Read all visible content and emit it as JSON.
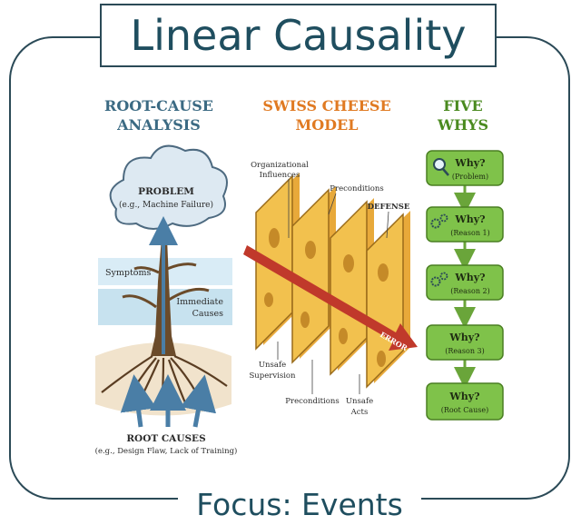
{
  "title": "Linear Causality",
  "footer": "Focus: Events",
  "colors": {
    "frame": "#2b4a57",
    "title_text": "#1f4e5f",
    "rca_title": "#3b6a83",
    "swiss_title": "#e07a22",
    "whys_title": "#4a8a1f",
    "cheese": "#f2c14e",
    "arrow_red": "#c0392b",
    "why_box": "#7fc24a"
  },
  "root_cause": {
    "title_line1": "ROOT-CAUSE",
    "title_line2": "ANALYSIS",
    "problem": "PROBLEM",
    "problem_example": "(e.g., Machine Failure)",
    "symptoms": "Symptoms",
    "immediate_line1": "Immediate",
    "immediate_line2": "Causes",
    "root_causes": "ROOT CAUSES",
    "root_causes_example": "(e.g., Design Flaw, Lack of Training)"
  },
  "swiss_cheese": {
    "title_line1": "SWISS CHEESE",
    "title_line2": "MODEL",
    "org_line1": "Organizational",
    "org_line2": "Influences",
    "preconditions_top": "Preconditions",
    "defense": "DEFENSE",
    "unsafe_sup_line1": "Unsafe",
    "unsafe_sup_line2": "Supervision",
    "preconditions_bottom": "Preconditions",
    "unsafe_acts_line1": "Unsafe",
    "unsafe_acts_line2": "Acts",
    "error": "ERROR"
  },
  "five_whys": {
    "title_line1": "FIVE",
    "title_line2": "WHYS",
    "steps": [
      {
        "label": "Why?",
        "sub": "(Problem)",
        "icon": "magnifier-icon"
      },
      {
        "label": "Why?",
        "sub": "(Reason 1)",
        "icon": "gears-icon"
      },
      {
        "label": "Why?",
        "sub": "(Reason 2)",
        "icon": "gears-icon"
      },
      {
        "label": "Why?",
        "sub": "(Reason 3)",
        "icon": ""
      },
      {
        "label": "Why?",
        "sub": "(Root Cause)",
        "icon": ""
      }
    ]
  }
}
